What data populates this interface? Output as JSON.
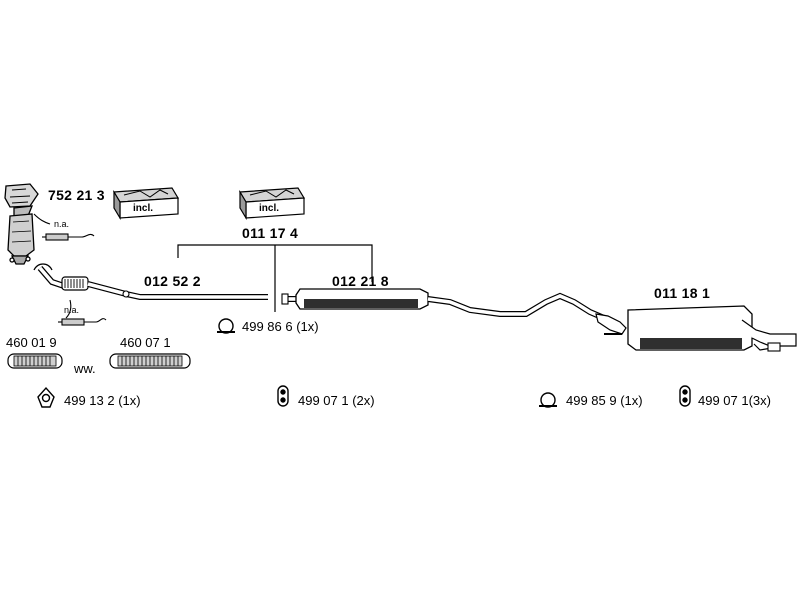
{
  "parts": {
    "manifold_cat": "752 21 3",
    "front_pipe": "012 52 2",
    "middle_assembly": "011 17 4",
    "middle_silencer": "012 21 8",
    "rear_silencer": "011 18 1",
    "flex_pipe_a": "460 01 9",
    "flex_pipe_b": "460 07 1"
  },
  "notes": {
    "na_top": "n.a.",
    "na_bottom": "n.a.",
    "ww": "ww.",
    "incl_left": "incl.",
    "incl_right": "incl."
  },
  "fittings": {
    "gasket_front": "499 13 2 (1x)",
    "clamp_middle": "499 86 6 (1x)",
    "rubber_mount_middle": "499 07 1 (2x)",
    "clamp_rear": "499 85 9 (1x)",
    "rubber_mount_rear": "499 07 1(3x)"
  },
  "icons": {
    "catalytic_converter": "catalytic-converter-icon",
    "o2_sensor": "oxygen-sensor-icon",
    "flex_pipe": "flex-pipe-icon",
    "mounting_kit": "mounting-kit-box-icon",
    "pipe_clamp": "pipe-clamp-icon",
    "gasket": "flange-gasket-icon",
    "rubber_mount": "rubber-mount-icon"
  }
}
